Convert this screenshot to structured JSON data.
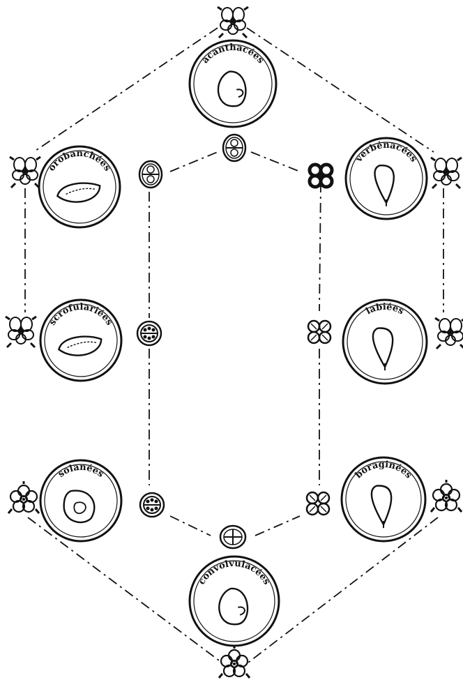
{
  "diagram": {
    "families": [
      {
        "id": "acanthacees",
        "label": "acanthacées"
      },
      {
        "id": "orobanchees",
        "label": "orobanchées"
      },
      {
        "id": "verbenacees",
        "label": "verbénacées"
      },
      {
        "id": "scrofularices",
        "label": "scrofulariées"
      },
      {
        "id": "labiees",
        "label": "labiées"
      },
      {
        "id": "solanees",
        "label": "solanées"
      },
      {
        "id": "boraginees",
        "label": "boraginées"
      },
      {
        "id": "convolvulacees",
        "label": "convolvulacées"
      }
    ],
    "colors": {
      "ink": "#111111",
      "paper": "#ffffff"
    }
  }
}
